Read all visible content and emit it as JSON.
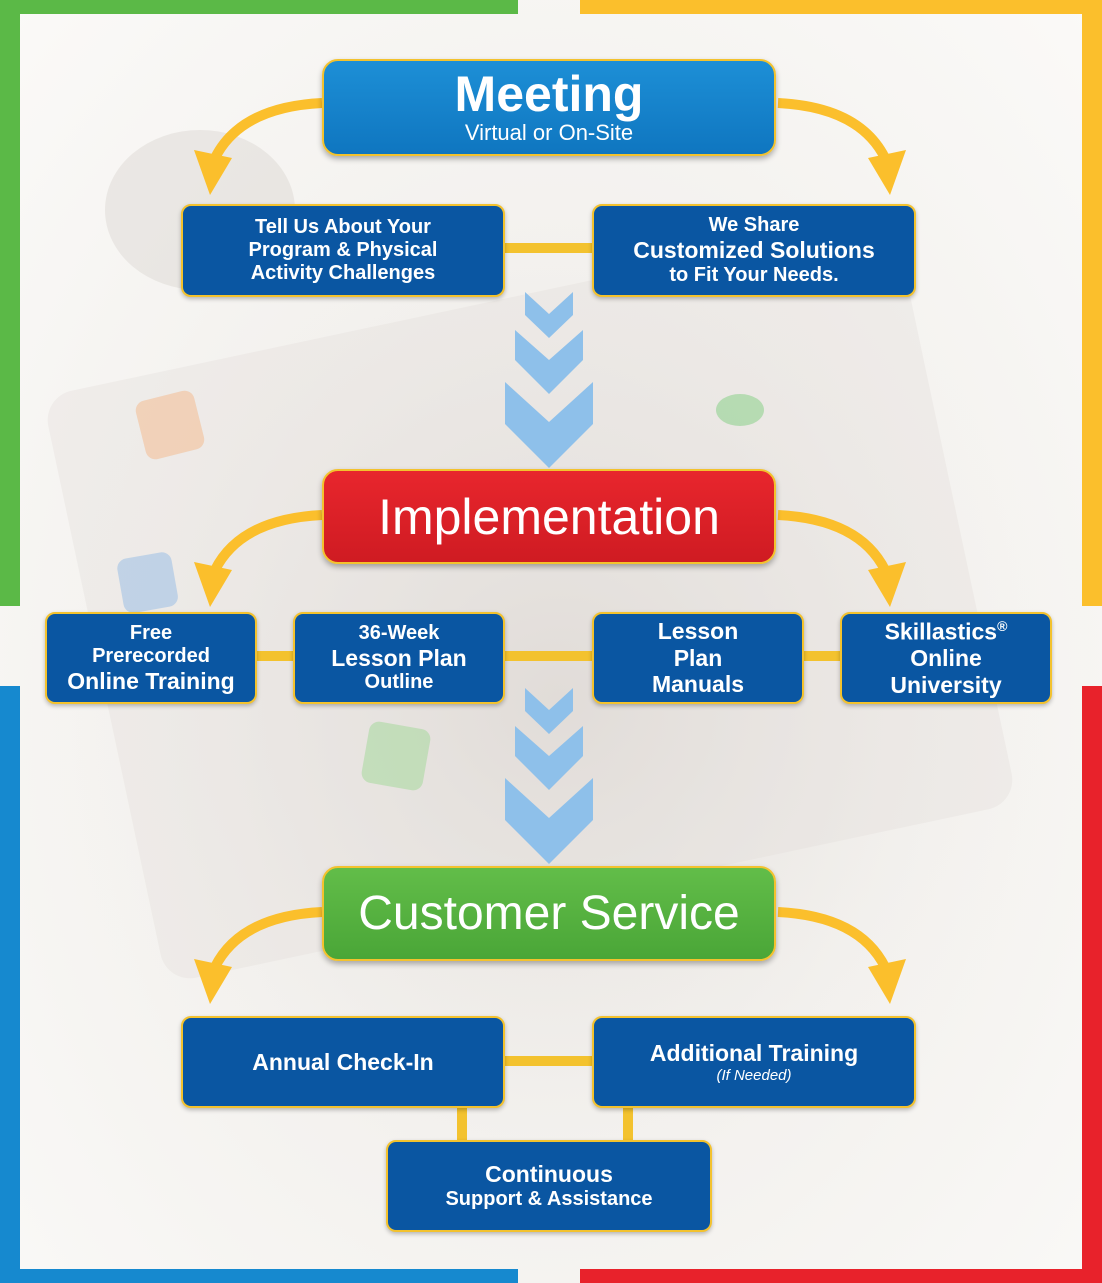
{
  "colors": {
    "green": "#5bb947",
    "yellow": "#fbbf2c",
    "blue": "#1689cf",
    "red": "#e8222b",
    "box_blue": "#0a56a2",
    "box_border": "#f3c22e",
    "chevron": "#8ec0ea"
  },
  "meeting": {
    "title": "Meeting",
    "subtitle": "Virtual or On-Site"
  },
  "meeting_boxes": {
    "left": {
      "lines": [
        "Tell Us About Your",
        "Program & Physical",
        "Activity Challenges"
      ]
    },
    "right": {
      "line1": "We Share",
      "line2": "Customized Solutions",
      "line3": "to Fit Your Needs."
    }
  },
  "implementation": {
    "title": "Implementation"
  },
  "implementation_boxes": [
    {
      "lines": [
        "Free",
        "Prerecorded",
        "Online Training"
      ]
    },
    {
      "lines": [
        "36-Week",
        "Lesson Plan",
        "Outline"
      ]
    },
    {
      "lines": [
        "Lesson",
        "Plan",
        "Manuals"
      ]
    },
    {
      "line1": "Skillastics",
      "reg": "®",
      "line2": "Online",
      "line3": "University"
    }
  ],
  "customer_service": {
    "title": "Customer Service"
  },
  "service_boxes": {
    "annual": "Annual Check-In",
    "additional": {
      "title": "Additional Training",
      "note": "(If Needed)"
    },
    "continuous": {
      "line1": "Continuous",
      "line2": "Support & Assistance"
    }
  }
}
